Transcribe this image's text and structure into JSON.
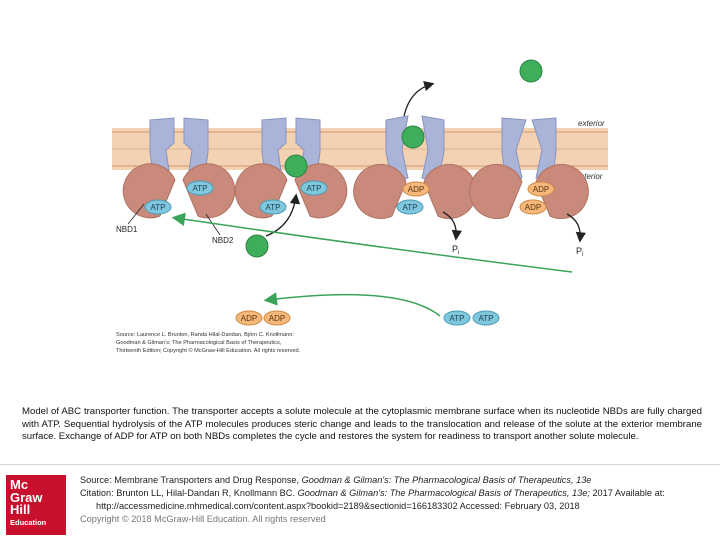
{
  "figure": {
    "region_labels": {
      "exterior": "exterior",
      "interior": "interior"
    },
    "nbd_labels": {
      "nbd1": "NBD1",
      "nbd2": "NBD2"
    },
    "nucleotides": {
      "atp": "ATP",
      "adp": "ADP"
    },
    "phosphate": "P",
    "phosphate_sub": "i",
    "credit_lines": [
      "Source: Laurence L. Brunton, Randa Hilal-Dandan, Björn C. Knollmann:",
      "Goodman & Gilman's: The Pharmacological Basis of Therapeutics,",
      "Thirteenth Edition; Copyright © McGraw-Hill Education. All rights reserved."
    ],
    "colors": {
      "membrane": "#f3d2b3",
      "transporter": "#aab4d8",
      "nbd": "#c98a7c",
      "atp_fill": "#7fc7dc",
      "adp_fill": "#f5b87a",
      "solute": "#3fae5a",
      "arrow_green": "#3ca35a"
    }
  },
  "caption": "Model of ABC transporter function. The transporter accepts a solute molecule at the cytoplasmic membrane surface when its nucleotide NBDs are fully charged with ATP. Sequential hydrolysis of the ATP molecules produces steric change and leads to the translocation and release of the solute at the exterior membrane surface. Exchange of ADP for ATP on both NBDs completes the cycle and restores the system for readiness to transport another solute molecule.",
  "logo": {
    "line1": "Mc",
    "line2": "Graw",
    "line3": "Hill",
    "line4": "Education"
  },
  "source_block": {
    "source_prefix": "Source: Membrane Transporters and Drug Response, ",
    "source_title": "Goodman & Gilman's: The Pharmacological Basis of Therapeutics, 13e",
    "citation_prefix": "Citation: Brunton LL, Hilal-Dandan R, Knollmann BC. ",
    "citation_title": "Goodman & Gilman's: The Pharmacological Basis of Therapeutics, 13e;",
    "citation_suffix": " 2017 Available at:",
    "citation_url_line": "http://accessmedicine.mhmedical.com/content.aspx?bookid=2189&sectionid=166183302 Accessed: February 03, 2018",
    "copyright": "Copyright © 2018 McGraw-Hill Education. All rights reserved"
  }
}
